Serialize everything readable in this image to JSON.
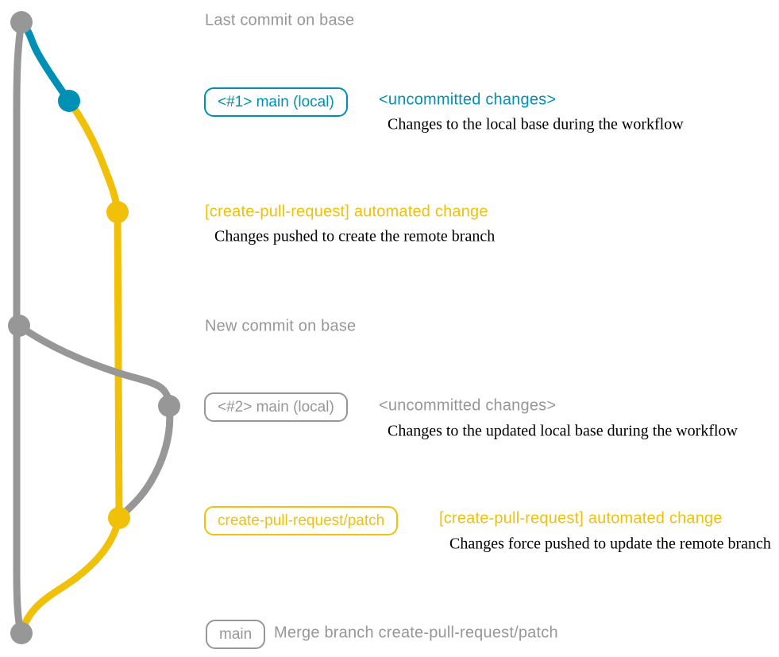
{
  "colors": {
    "gray": "#979797",
    "blue": "#008fb5",
    "yellow": "#f1c109",
    "annotation": "#000000"
  },
  "graph": {
    "branches": [
      "base (gray)",
      "main local (blue)",
      "create-pull-request/patch (yellow)"
    ],
    "commit_count": 7
  },
  "rows": {
    "last_commit_msg": "Last commit on base",
    "branch1_tag": "<#1> main (local)",
    "branch1_msg": "<uncommitted changes>",
    "branch1_note": "Changes to the local base during the workflow",
    "cpr1_msg": "[create-pull-request] automated change",
    "cpr1_note": "Changes pushed to create the remote branch",
    "new_commit_msg": "New commit on base",
    "branch2_tag": "<#2> main (local)",
    "branch2_msg": "<uncommitted changes>",
    "branch2_note": "Changes to the updated local base during the workflow",
    "patch_tag": "create-pull-request/patch",
    "cpr2_msg": "[create-pull-request] automated change",
    "cpr2_note": "Changes force pushed to update the remote branch",
    "main_tag": "main",
    "merge_msg": "Merge branch create-pull-request/patch"
  }
}
